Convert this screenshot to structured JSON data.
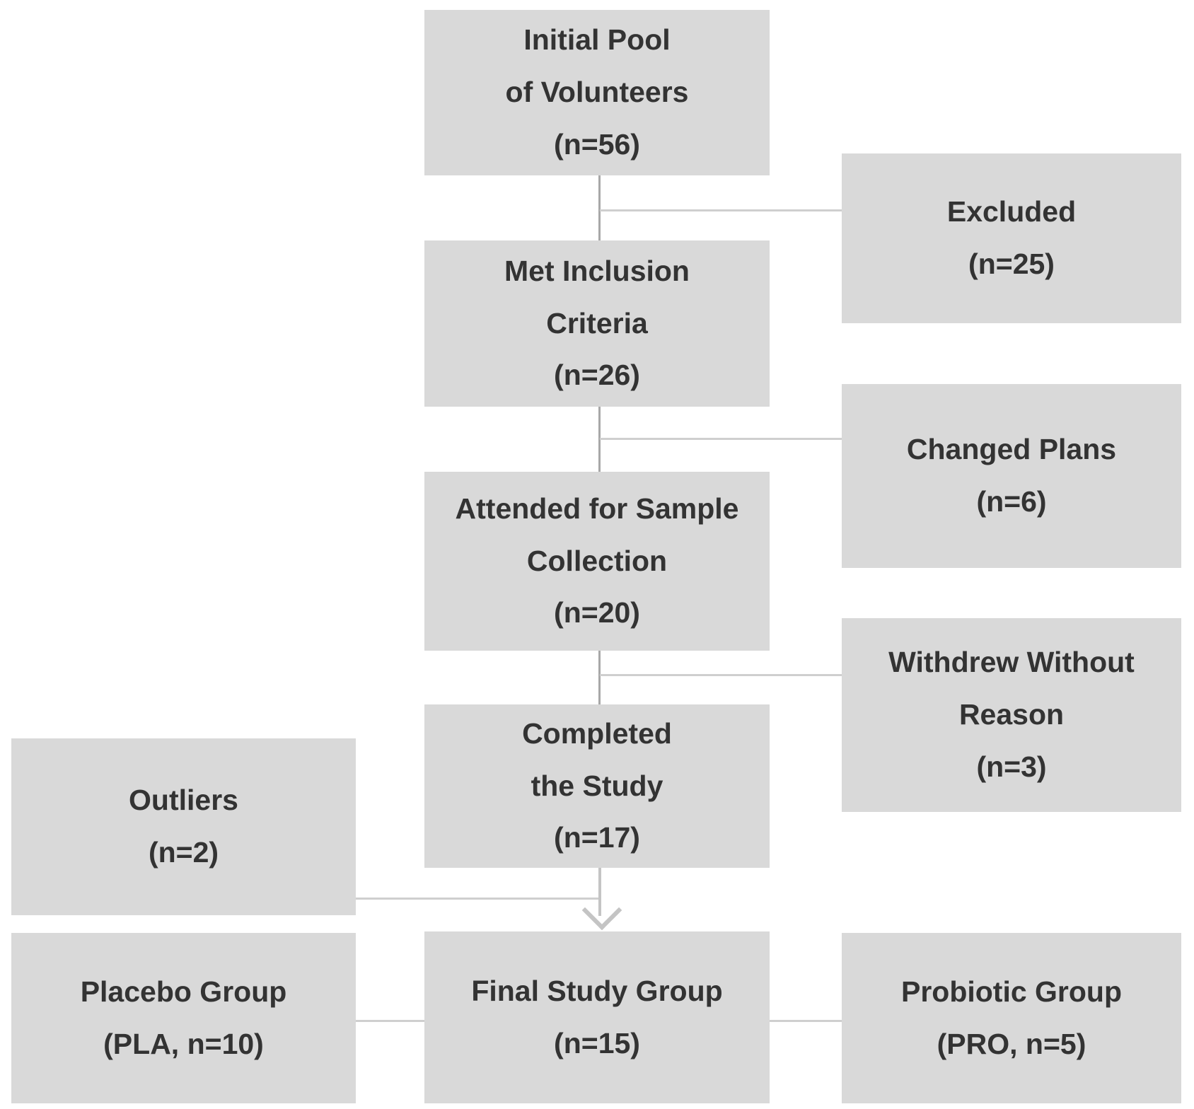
{
  "diagram": {
    "type": "flowchart",
    "nodes": {
      "initial_pool": {
        "lines": [
          "Initial Pool",
          "of Volunteers",
          "(n=56)"
        ],
        "n": 56
      },
      "met_inclusion": {
        "lines": [
          "Met Inclusion",
          "Criteria",
          "(n=26)"
        ],
        "n": 26
      },
      "attended": {
        "lines": [
          "Attended for Sample",
          "Collection",
          "(n=20)"
        ],
        "n": 20
      },
      "completed": {
        "lines": [
          "Completed",
          "the Study",
          "(n=17)"
        ],
        "n": 17
      },
      "final_group": {
        "lines": [
          "Final Study Group",
          "(n=15)"
        ],
        "n": 15
      },
      "excluded": {
        "lines": [
          "Excluded",
          "(n=25)"
        ],
        "n": 25
      },
      "changed_plans": {
        "lines": [
          "Changed Plans",
          "(n=6)"
        ],
        "n": 6
      },
      "withdrew": {
        "lines": [
          "Withdrew Without",
          "Reason",
          "(n=3)"
        ],
        "n": 3
      },
      "outliers": {
        "lines": [
          "Outliers",
          "(n=2)"
        ],
        "n": 2
      },
      "placebo": {
        "lines": [
          "Placebo Group",
          "(PLA, n=10)"
        ],
        "n": 10
      },
      "probiotic": {
        "lines": [
          "Probiotic Group",
          "(PRO, n=5)"
        ],
        "n": 5
      }
    },
    "edges": [
      {
        "from": "initial_pool",
        "to": "met_inclusion",
        "style": "line"
      },
      {
        "from": "initial_pool",
        "to": "excluded",
        "style": "branch-right"
      },
      {
        "from": "met_inclusion",
        "to": "attended",
        "style": "line"
      },
      {
        "from": "met_inclusion",
        "to": "changed_plans",
        "style": "branch-right"
      },
      {
        "from": "attended",
        "to": "completed",
        "style": "line"
      },
      {
        "from": "attended",
        "to": "withdrew",
        "style": "branch-right"
      },
      {
        "from": "completed",
        "to": "final_group",
        "style": "arrow"
      },
      {
        "from": "outliers",
        "to": "completed",
        "style": "branch-left"
      },
      {
        "from": "final_group",
        "to": "placebo",
        "style": "branch-left"
      },
      {
        "from": "final_group",
        "to": "probiotic",
        "style": "branch-right"
      }
    ]
  },
  "colors": {
    "bg": "#ffffff",
    "box_fill": "#d9d9d9",
    "text_color": "#333333",
    "line_color": "#cfcfcf",
    "vline_color": "#a8a8a8",
    "arrow_color": "#c4c4c4"
  }
}
